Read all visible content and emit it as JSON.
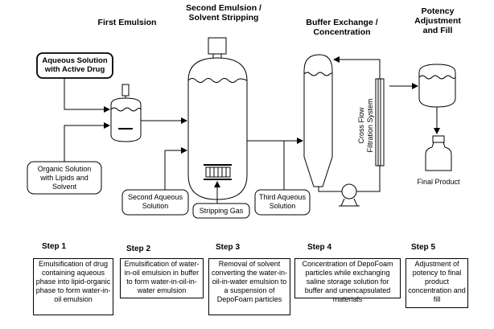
{
  "headers": {
    "first_emulsion": "First Emulsion",
    "second_emulsion": "Second Emulsion /\nSolvent Stripping",
    "buffer_exchange": "Buffer Exchange /\nConcentration",
    "potency": "Potency\nAdjustment\nand Fill"
  },
  "labels": {
    "aqueous_drug": "Aqueous Solution\nwith Active Drug",
    "organic_solution": "Organic Solution\nwith Lipids and\nSolvent",
    "second_aqueous": "Second Aqueous\nSolution",
    "stripping_gas": "Stripping Gas",
    "third_aqueous": "Third Aqueous\nSolution",
    "cross_flow": "Cross Flow\nFiltration System",
    "final_product": "Final Product"
  },
  "steps": [
    {
      "title": "Step 1",
      "text": "Emulsification of drug containing aqueous phase into lipid-organic phase to form water-in-oil emulsion"
    },
    {
      "title": "Step 2",
      "text": "Emulsification of water-in-oil emulsion in buffer to form water-in-oil-in-water emulsion"
    },
    {
      "title": "Step 3",
      "text": "Removal of solvent converting the water-in-oil-in-water emulsion to a suspension of DepoFoam particles"
    },
    {
      "title": "Step 4",
      "text": "Concentration of DepoFoam particles while exchanging saline storage solution for buffer and unencapsulated materials"
    },
    {
      "title": "Step 5",
      "text": "Adjustment of potency to final product concentration and fill"
    }
  ]
}
